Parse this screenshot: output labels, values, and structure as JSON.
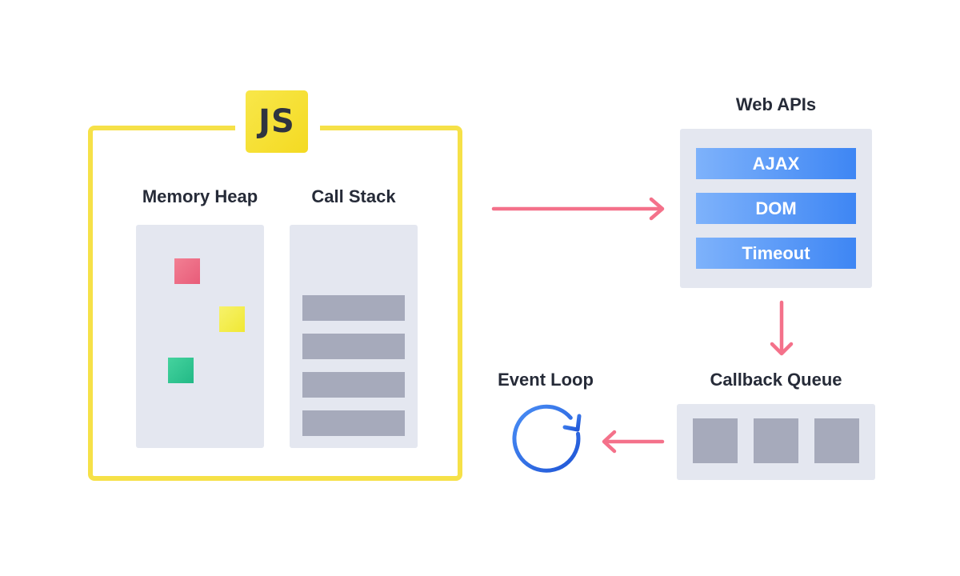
{
  "js_engine": {
    "logo_text": "JS",
    "frame_color": "#f6e148",
    "memory_heap": {
      "label": "Memory Heap",
      "items": [
        {
          "color": "#ee6f86"
        },
        {
          "color": "#f3f052"
        },
        {
          "color": "#34c994"
        }
      ]
    },
    "call_stack": {
      "label": "Call Stack",
      "frames": 4
    }
  },
  "web_apis": {
    "label": "Web APIs",
    "items": [
      "AJAX",
      "DOM",
      "Timeout"
    ]
  },
  "callback_queue": {
    "label": "Callback Queue",
    "items": 3
  },
  "event_loop": {
    "label": "Event Loop",
    "icon": "refresh-icon",
    "icon_color": "#2f6fe6"
  },
  "arrow_color": "#f4718a"
}
